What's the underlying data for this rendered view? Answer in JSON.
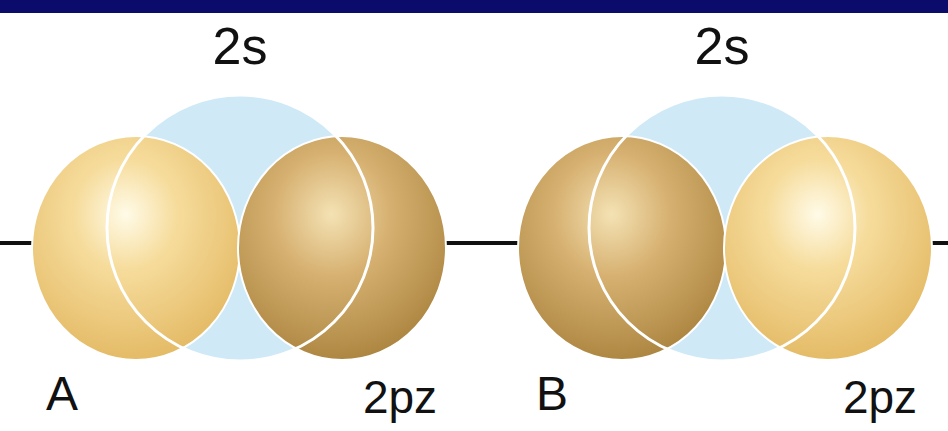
{
  "diagram": {
    "labels": [
      "2s",
      "2s",
      "A",
      "2pz",
      "B",
      "2pz"
    ]
  }
}
